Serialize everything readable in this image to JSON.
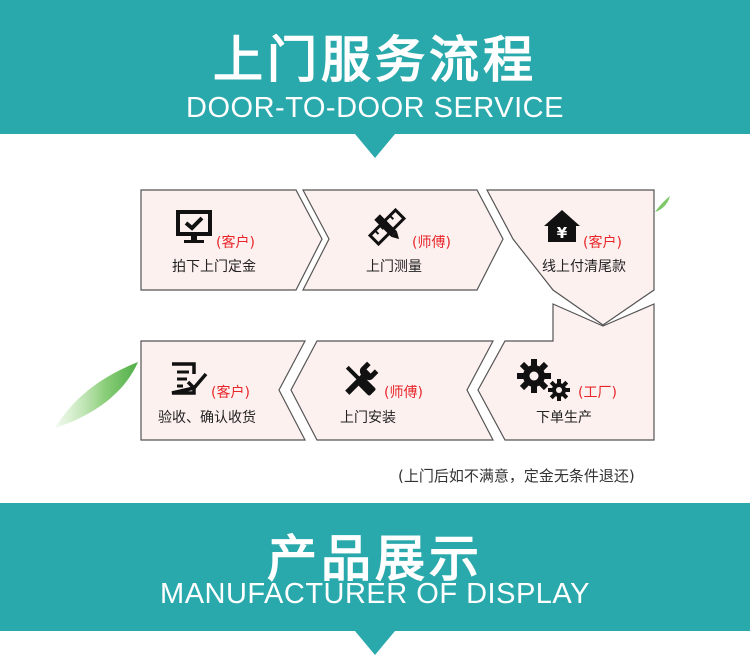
{
  "header": {
    "title_cn": "上门服务流程",
    "title_en": "DOOR-TO-DOOR SERVICE"
  },
  "steps": [
    {
      "label": "拍下上门定金",
      "role": "(客户)",
      "icon": "monitor-check-icon"
    },
    {
      "label": "上门测量",
      "role": "(师傅)",
      "icon": "ruler-pencil-icon"
    },
    {
      "label": "线上付清尾款",
      "role": "(客户)",
      "icon": "house-yen-icon"
    },
    {
      "label": "下单生产",
      "role": "(工厂)",
      "icon": "gears-icon"
    },
    {
      "label": "上门安装",
      "role": "(师傅)",
      "icon": "wrench-screwdriver-icon"
    },
    {
      "label": "验收、确认收货",
      "role": "(客户)",
      "icon": "checklist-icon"
    }
  ],
  "note": "(上门后如不满意，定金无条件退还)",
  "footer": {
    "title_cn": "产品展示",
    "title_en": "MANUFACTURER OF DISPLAY"
  },
  "colors": {
    "teal": "#2aa9ac",
    "card_bg": "#fdf1f0",
    "role_red": "#e8262a",
    "leaf_green": "#7ec86a"
  }
}
